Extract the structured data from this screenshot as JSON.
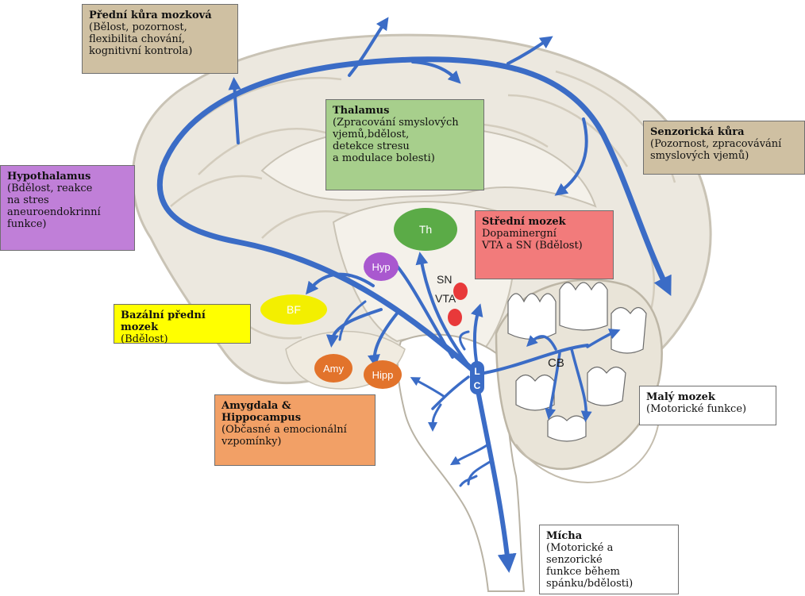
{
  "boxes": {
    "prefrontal": {
      "title": "Přední kůra mozková",
      "desc": "(Bělost, pozornost,\nflexibilita chování,\nkognitivní kontrola)",
      "color": "#cfc0a2"
    },
    "thalamus": {
      "title": "Thalamus",
      "desc": "(Zpracování smyslových\nvjemů,bdělost,\ndetekce stresu\na modulace bolesti)",
      "color": "#a7cf8c"
    },
    "sensory": {
      "title": "Senzorická kůra",
      "desc": "(Pozornost, zpracovávání\nsmyslových vjemů)",
      "color": "#cfc0a2"
    },
    "hypothalamus": {
      "title": "Hypothalamus",
      "desc": "(Bdělost, reakce\nna stres\naneuroendokrinní\nfunkce)",
      "color": "#c07fd8"
    },
    "midbrain": {
      "title": "Střední mozek",
      "desc": "Dopaminergní\nVTA a SN (Bdělost)",
      "color": "#f27b7b"
    },
    "basal": {
      "title": "Bazální přední mozek",
      "desc": "(Bdělost)",
      "color": "#ffff00"
    },
    "amygdala": {
      "title": "Amygdala &\nHippocampus",
      "desc": "(Občasné a emocionální\nvzpomínky)",
      "color": "#f2a066"
    },
    "cerebellum": {
      "title": "Malý mozek",
      "desc": "(Motorické funkce)",
      "color": "#ffffff"
    },
    "spinal": {
      "title": "Mícha",
      "desc": "(Motorické a senzorické\nfunkce během\nspánku/bdělosti)",
      "color": "#ffffff"
    }
  },
  "nodes": {
    "th": "Th",
    "hyp": "Hyp",
    "bf": "BF",
    "amy": "Amy",
    "hipp": "Hipp",
    "sn": "SN",
    "vta": "VTA",
    "lc": "LC",
    "cb": "CB"
  },
  "colors": {
    "pathway": "#3b6cc6",
    "brain_fill": "#ece8df",
    "brain_stroke": "#c9c3b5"
  }
}
